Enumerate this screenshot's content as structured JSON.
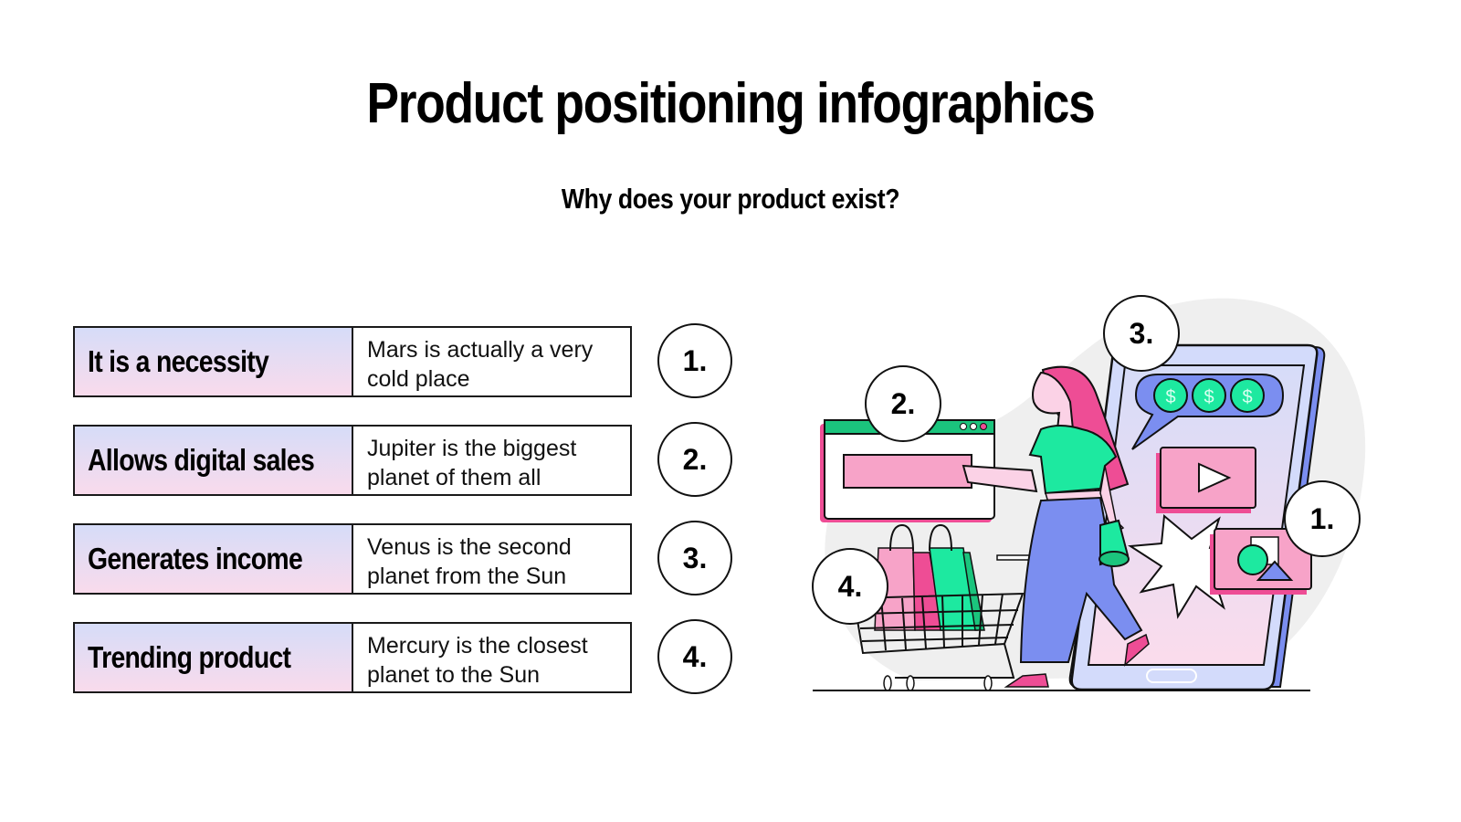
{
  "title": "Product positioning infographics",
  "subtitle": "Why does your product exist?",
  "items": [
    {
      "label": "It is a necessity",
      "description": "Mars is actually a very cold place",
      "number": "1."
    },
    {
      "label": "Allows digital sales",
      "description": "Jupiter is the biggest planet of them all",
      "number": "2."
    },
    {
      "label": "Generates income",
      "description": "Venus is the second planet from the Sun",
      "number": "3."
    },
    {
      "label": "Trending product",
      "description": "Mercury is the closest planet to the Sun",
      "number": "4."
    }
  ],
  "illustration": {
    "badges": [
      "1.",
      "2.",
      "3.",
      "4."
    ],
    "coin_symbol": "$"
  },
  "colors": {
    "label_gradient_top": "#d6dcf8",
    "label_gradient_bottom": "#f9dbec",
    "green": "#1de9a0",
    "pink": "#f7a3c8",
    "hot_pink": "#ee4d95",
    "periwinkle": "#7b8ef0",
    "lavender": "#d3dbfb"
  }
}
